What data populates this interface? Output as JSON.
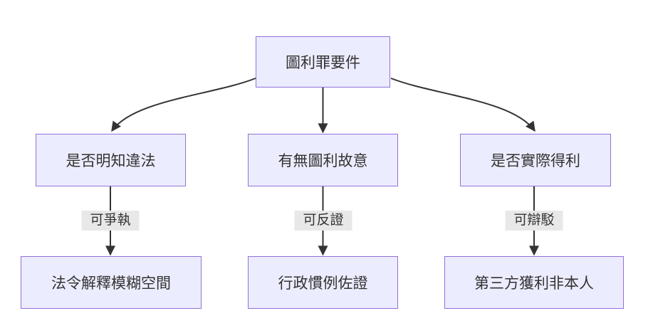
{
  "diagram": {
    "type": "flowchart",
    "direction": "top-down",
    "nodes": [
      {
        "id": "A",
        "label": "圖利罪要件"
      },
      {
        "id": "B",
        "label": "是否明知違法"
      },
      {
        "id": "C",
        "label": "有無圖利故意"
      },
      {
        "id": "D",
        "label": "是否實際得利"
      },
      {
        "id": "E",
        "label": "法令解釋模糊空間"
      },
      {
        "id": "F",
        "label": "行政慣例佐證"
      },
      {
        "id": "G",
        "label": "第三方獲利非本人"
      }
    ],
    "edges": [
      {
        "from": "圖利罪要件",
        "to": "是否明知違法",
        "label": ""
      },
      {
        "from": "圖利罪要件",
        "to": "有無圖利故意",
        "label": ""
      },
      {
        "from": "圖利罪要件",
        "to": "是否實際得利",
        "label": ""
      },
      {
        "from": "是否明知違法",
        "to": "法令解釋模糊空間",
        "label": "可爭執"
      },
      {
        "from": "有無圖利故意",
        "to": "行政慣例佐證",
        "label": "可反證"
      },
      {
        "from": "是否實際得利",
        "to": "第三方獲利非本人",
        "label": "可辯駁"
      }
    ],
    "colors": {
      "background": "#ffffff",
      "node_fill": "#ECECFF",
      "node_border": "#9370DB",
      "text": "#333333",
      "edge": "#333333",
      "edge_label_bg": "#e8e8e8"
    }
  }
}
